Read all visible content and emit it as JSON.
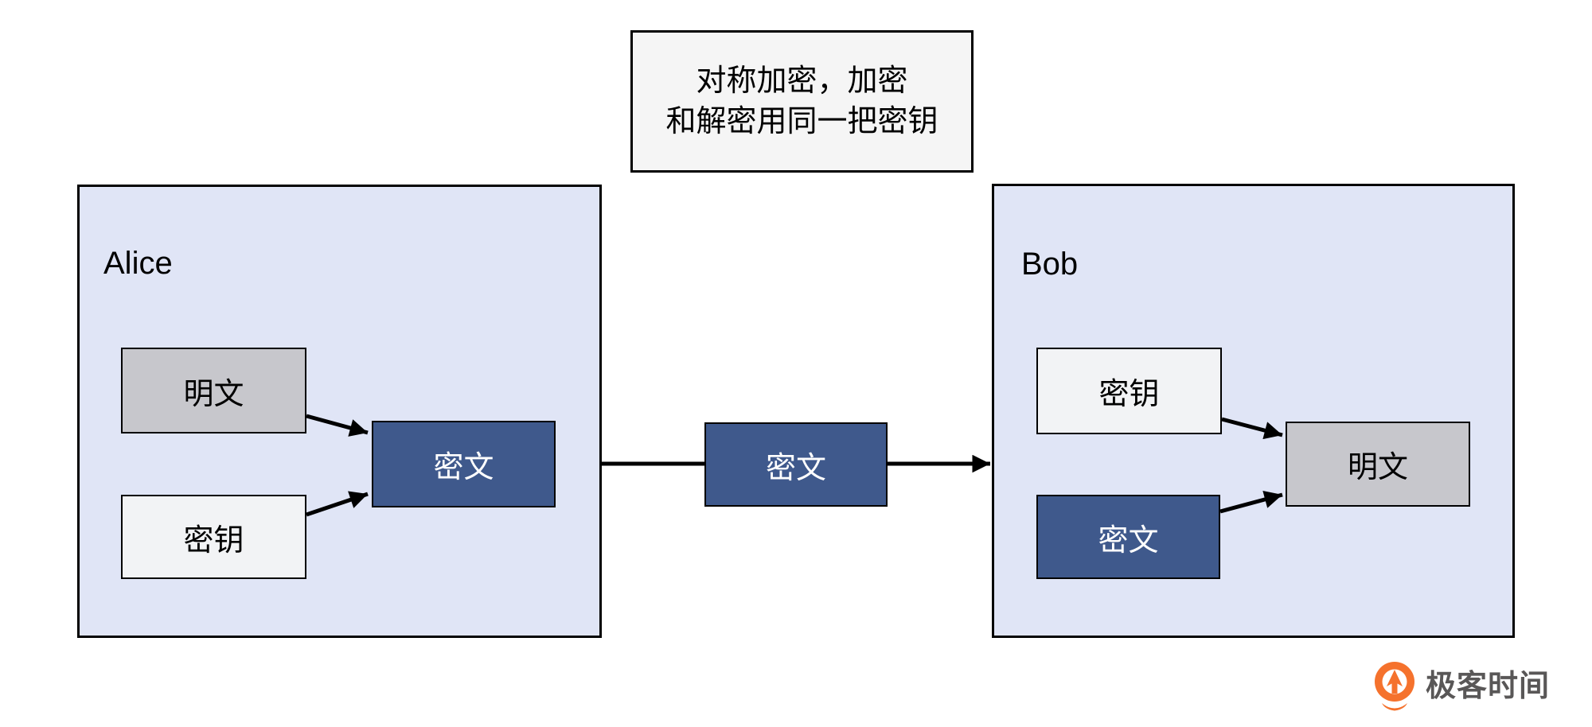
{
  "title_note": {
    "line1": "对称加密，加密",
    "line2": "和解密用同一把密钥"
  },
  "alice": {
    "label": "Alice",
    "plaintext_label": "明文",
    "key_label": "密钥",
    "cipher_label": "密文"
  },
  "channel": {
    "cipher_label": "密文"
  },
  "bob": {
    "label": "Bob",
    "key_label": "密钥",
    "cipher_label": "密文",
    "plaintext_label": "明文"
  },
  "logo": {
    "text": "极客时间",
    "icon": "geektime-pin-icon"
  },
  "colors": {
    "panel_bg": "#e0e5f6",
    "note_bg": "#f5f5f5",
    "plaintext_bg": "#c7c7cc",
    "key_bg": "#f2f3f5",
    "cipher_bg": "#3f598c",
    "cipher_text": "#ffffff",
    "border": "#000000",
    "logo_orange": "#f5722d",
    "logo_text_color": "#595757"
  }
}
